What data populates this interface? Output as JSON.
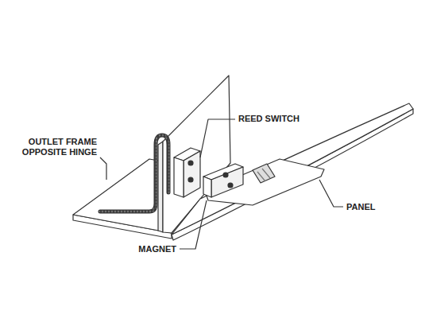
{
  "diagram": {
    "labels": [
      "OUTLET FRAME OPPOSITE HINGE",
      "REED SWITCH",
      "PANEL",
      "MAGNET"
    ]
  }
}
